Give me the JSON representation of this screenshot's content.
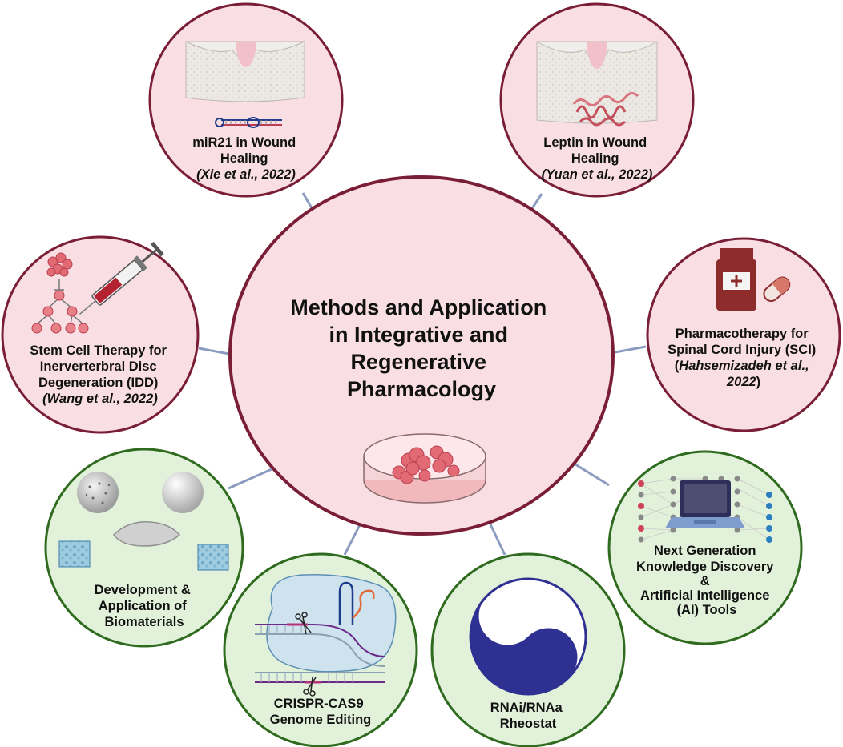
{
  "center": {
    "lines": [
      "Methods and Application",
      "in Integrative and",
      "Regenerative",
      "Pharmacology"
    ]
  },
  "nodes": {
    "mir21": {
      "title": [
        "miR21 in Wound",
        "Healing"
      ],
      "citation": "(Xie et al., 2022)"
    },
    "leptin": {
      "title": [
        "Leptin in Wound",
        "Healing"
      ],
      "citation": "(Yuan et al., 2022)"
    },
    "stem_cell": {
      "title": [
        "Stem Cell Therapy for",
        "Inerverterbral Disc",
        "Degeneration (IDD)"
      ],
      "citation": "(Wang et al., 2022)"
    },
    "sci": {
      "title": [
        "Pharmacotherapy for",
        "Spinal Cord Injury (SCI)"
      ],
      "citation_open": "(",
      "citation_author": "Hahsemizadeh et al.,",
      "citation_year": "2022",
      "citation_close": ")"
    },
    "biomaterials": {
      "title": [
        "Development &",
        "Application of",
        "Biomaterials"
      ]
    },
    "crispr": {
      "title": [
        "CRISPR-CAS9",
        "Genome Editing"
      ]
    },
    "rnai": {
      "title": [
        "RNAi/RNAa",
        "Rheostat"
      ]
    },
    "ai": {
      "title": [
        "Next Generation",
        "Knowledge Discovery",
        "&",
        "Artificial Intelligence",
        "(AI) Tools"
      ]
    }
  },
  "colors": {
    "pink_fill": "#f9dfe4",
    "pink_border": "#7a1e37",
    "green_fill": "#e2f2da",
    "green_border": "#2f6b1f",
    "connector": "#8b9cc0",
    "navy": "#2e3192",
    "bottle": "#8e2b2b"
  }
}
